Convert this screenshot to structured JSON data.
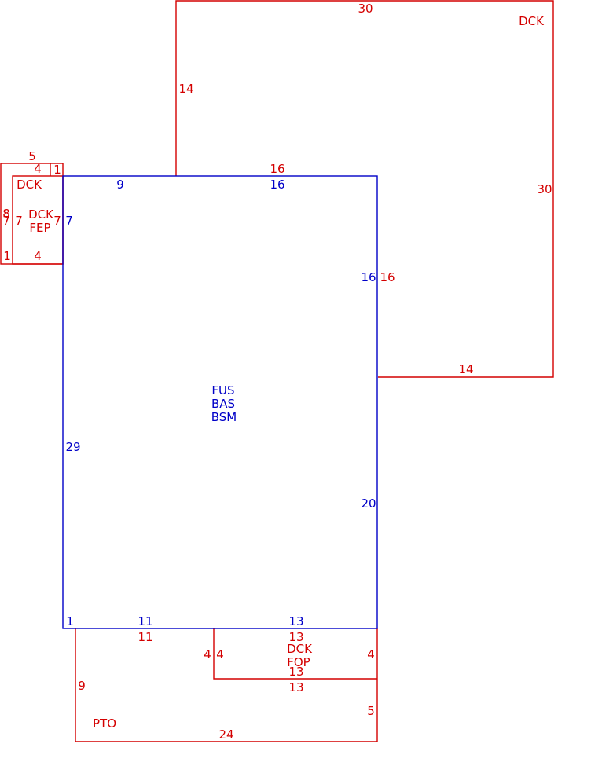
{
  "colors": {
    "house": "#0000c8",
    "addition": "#d40000"
  },
  "sketch": {
    "main_area": {
      "labels": [
        "FUS",
        "BAS",
        "BSM"
      ],
      "dims": {
        "top_left": "9",
        "top_right": "16",
        "right_upper": "16",
        "right_lower": "20",
        "left": "29",
        "bottom_left": "11",
        "bottom_right": "13",
        "corner": "1",
        "left_notch": "7"
      }
    },
    "upper_deck": {
      "label": "DCK",
      "dims": {
        "top": "30",
        "left": "14",
        "right": "30",
        "bottom": "14",
        "inner_top": "16",
        "inner_right": "16"
      }
    },
    "side_deck": {
      "label": "DCK",
      "dims": {
        "top": "5",
        "inner_top": "4",
        "corner_top": "1",
        "outer_left": "8",
        "left": "7",
        "inner_left": "7",
        "bottom": "4",
        "corner_bottom": "1"
      }
    },
    "side_porch": {
      "label": "DCK",
      "label2": "FEP",
      "dims": {
        "right": "7"
      }
    },
    "lower_deck": {
      "label": "DCK",
      "label2": "FOP",
      "dims": {
        "top": "13",
        "bottom": "13",
        "below": "13",
        "left_outer": "4",
        "left_inner": "4",
        "right": "4"
      }
    },
    "patio": {
      "label": "PTO",
      "dims": {
        "top": "11",
        "left": "9",
        "right": "5",
        "bottom": "24"
      }
    }
  }
}
